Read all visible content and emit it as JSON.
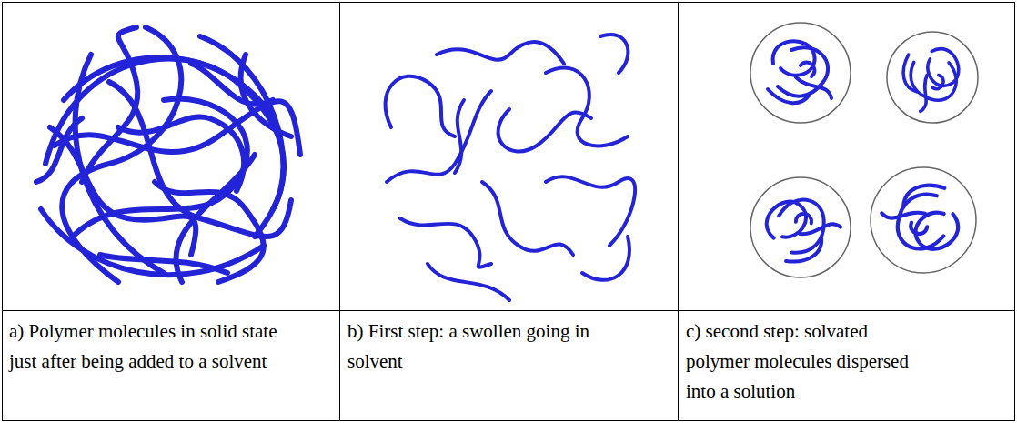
{
  "diagram": {
    "labels": [
      "a) Polymer molecules in solid state just after being added to a solvent",
      "b) First step: a swollen going in solvent",
      "c) second step: solvated polymer molecules dispersed into a solution"
    ]
  }
}
